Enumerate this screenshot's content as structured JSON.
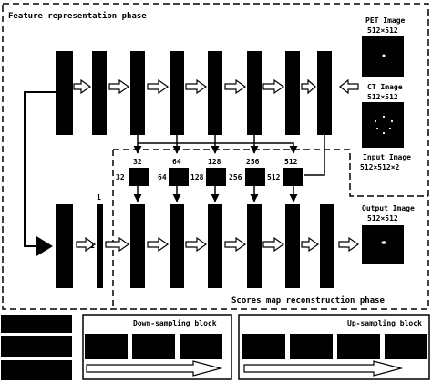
{
  "phases": {
    "feature": "Feature representation phase",
    "scores": "Scores map reconstruction phase"
  },
  "images": {
    "pet": {
      "title": "PET Image",
      "size": "512×512"
    },
    "ct": {
      "title": "CT Image",
      "size": "512×512"
    },
    "input": {
      "title": "Input Image",
      "size": "512×512×2"
    },
    "output": {
      "title": "Output Image",
      "size": "512×512"
    }
  },
  "skip_channels": [
    "32",
    "64",
    "128",
    "256",
    "512"
  ],
  "channel_side_labels": [
    "32",
    "64",
    "128",
    "256",
    "512"
  ],
  "one_labels": [
    "1",
    "1"
  ],
  "legend": {
    "down_title": "Down-sampling block",
    "up_title": "Up-sampling block"
  },
  "colors": {
    "block": "#000000",
    "background": "#ffffff",
    "arrow_fill": "#ffffff",
    "line": "#000000"
  }
}
